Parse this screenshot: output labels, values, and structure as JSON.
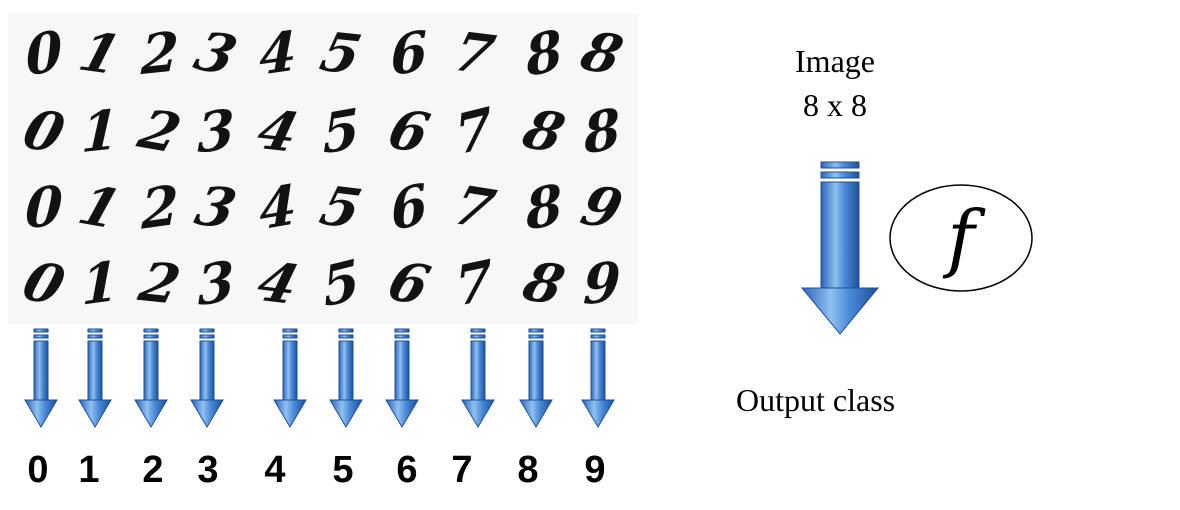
{
  "handwritten_rows": [
    [
      "0",
      "1",
      "2",
      "3",
      "4",
      "5",
      "6",
      "7",
      "8",
      "8"
    ],
    [
      "0",
      "1",
      "2",
      "3",
      "4",
      "5",
      "6",
      "7",
      "8",
      "8"
    ],
    [
      "0",
      "1",
      "2",
      "3",
      "4",
      "5",
      "6",
      "7",
      "8",
      "9"
    ],
    [
      "0",
      "1",
      "2",
      "3",
      "4",
      "5",
      "6",
      "7",
      "8",
      "9"
    ]
  ],
  "class_labels": [
    "0",
    "1",
    "2",
    "3",
    "4",
    "5",
    "6",
    "7",
    "8",
    "9"
  ],
  "image_box": {
    "title": "Image",
    "size": "8 x 8"
  },
  "function_symbol": "f",
  "output_label": "Output class",
  "colors": {
    "arrow_fill": "#3b78d4",
    "arrow_light": "#8fc1f0",
    "arrow_stroke": "#1f4f99",
    "ink": "#121212",
    "background": "#ffffff"
  }
}
